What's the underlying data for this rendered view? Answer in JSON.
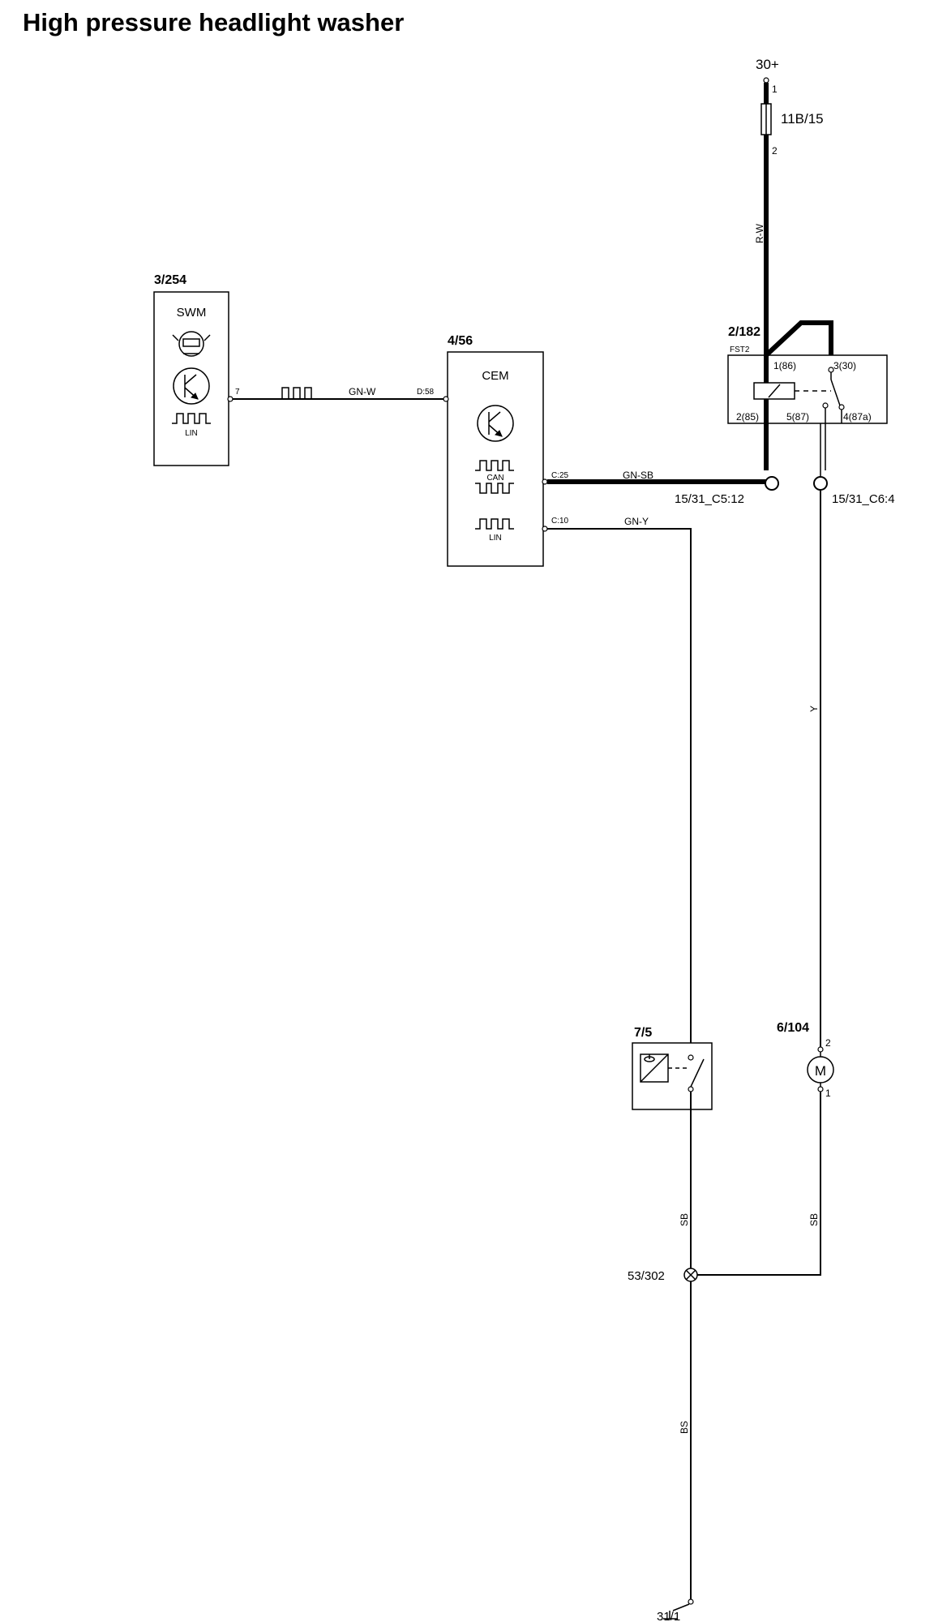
{
  "title": "High pressure headlight washer",
  "components": {
    "swm": {
      "ref": "3/254",
      "name": "SWM",
      "pin": "7",
      "lin_label": "LIN"
    },
    "cem": {
      "ref": "4/56",
      "name": "CEM",
      "can_label": "CAN",
      "lin_label": "LIN",
      "pins": {
        "d58": "D:58",
        "c25": "C:25",
        "c10": "C:10"
      }
    },
    "relay": {
      "ref": "2/182",
      "sub": "FST2",
      "pins": {
        "p1": "1(86)",
        "p3": "3(30)",
        "p2": "2(85)",
        "p5": "5(87)",
        "p4": "4(87a)"
      }
    },
    "fuse": {
      "ref": "11B/15",
      "pin_in": "1",
      "pin_out": "2"
    },
    "switch": {
      "ref": "7/5"
    },
    "motor": {
      "ref": "6/104",
      "symbol": "M",
      "pin_top": "2",
      "pin_bottom": "1"
    }
  },
  "power": {
    "label": "30+"
  },
  "ground": {
    "label": "31/1"
  },
  "splice": {
    "label": "53/302"
  },
  "connectors": {
    "c5": "15/31_C5:12",
    "c6": "15/31_C6:4"
  },
  "wires": {
    "rw": "R-W",
    "gnw": "GN-W",
    "gnsb": "GN-SB",
    "gny": "GN-Y",
    "y": "Y",
    "sb1": "SB",
    "sb2": "SB",
    "bs": "BS"
  }
}
